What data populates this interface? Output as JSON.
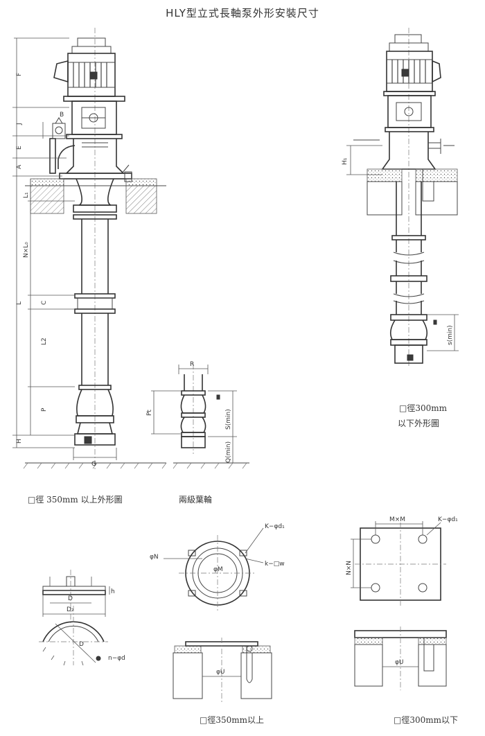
{
  "title": "HLY型立式長軸泵外形安裝尺寸",
  "captions": {
    "left_size": "□徑 350mm 以上外形圖",
    "two_stage": "兩級葉輪",
    "right_size_1": "□徑300mm",
    "right_size_2": "以下外形圖",
    "bottom_mid": "□徑350mm以上",
    "bottom_right": "□徑300mm以下"
  },
  "labels": {
    "F": "F",
    "J": "J",
    "E": "E",
    "A": "A",
    "B": "B",
    "L1": "L₁",
    "NxL0": "N×L₀",
    "L": "L",
    "C": "C",
    "L2": "L2",
    "P": "P",
    "H": "H",
    "G": "G",
    "R": "R",
    "Pt": "Pt",
    "Smin": "S(min)",
    "Qmin": "Q(min)",
    "H1": "H₁",
    "smin": "s(min)",
    "phiN": "φN",
    "phiM": "φM",
    "Kd1": "K−φd₁",
    "kw": "k−□w",
    "MxM": "M×M",
    "Kd1b": "K−φd₁",
    "NxN": "N×N",
    "D": "D",
    "D2": "D₂",
    "h": "h",
    "D_dia": "D",
    "nd": "n−φd",
    "phiU": "φU",
    "phiU2": "φU"
  }
}
